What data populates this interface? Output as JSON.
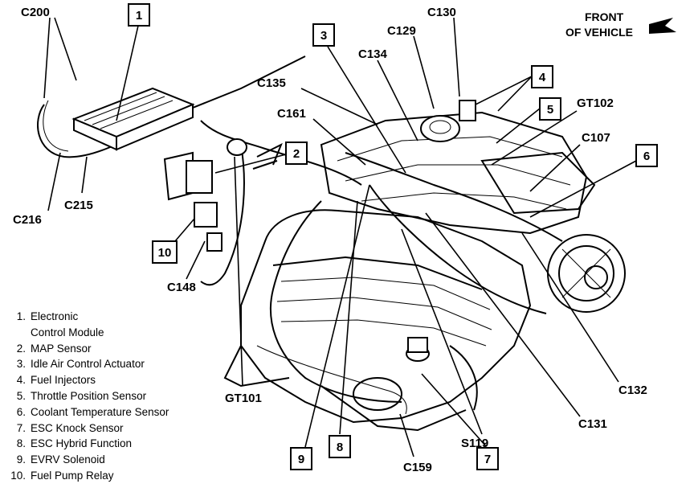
{
  "header": {
    "front_line1": "FRONT",
    "front_line2": "OF VEHICLE"
  },
  "connectors": [
    "C200",
    "C130",
    "C129",
    "C134",
    "C135",
    "GT102",
    "C161",
    "C107",
    "C215",
    "C216",
    "C148",
    "GT101",
    "C132",
    "C131",
    "S119",
    "C159"
  ],
  "callouts": [
    "1",
    "2",
    "3",
    "4",
    "5",
    "6",
    "7",
    "8",
    "9",
    "10"
  ],
  "legend": [
    {
      "num": "1.",
      "text": "Electronic"
    },
    {
      "num": "",
      "text": "Control Module"
    },
    {
      "num": "2.",
      "text": "MAP Sensor"
    },
    {
      "num": "3.",
      "text": "Idle Air Control Actuator"
    },
    {
      "num": "4.",
      "text": "Fuel Injectors"
    },
    {
      "num": "5.",
      "text": "Throttle Position Sensor"
    },
    {
      "num": "6.",
      "text": "Coolant Temperature Sensor"
    },
    {
      "num": "7.",
      "text": "ESC Knock Sensor"
    },
    {
      "num": "8.",
      "text": "ESC Hybrid Function"
    },
    {
      "num": "9.",
      "text": "EVRV Solenoid"
    },
    {
      "num": "10.",
      "text": "Fuel Pump Relay"
    }
  ]
}
